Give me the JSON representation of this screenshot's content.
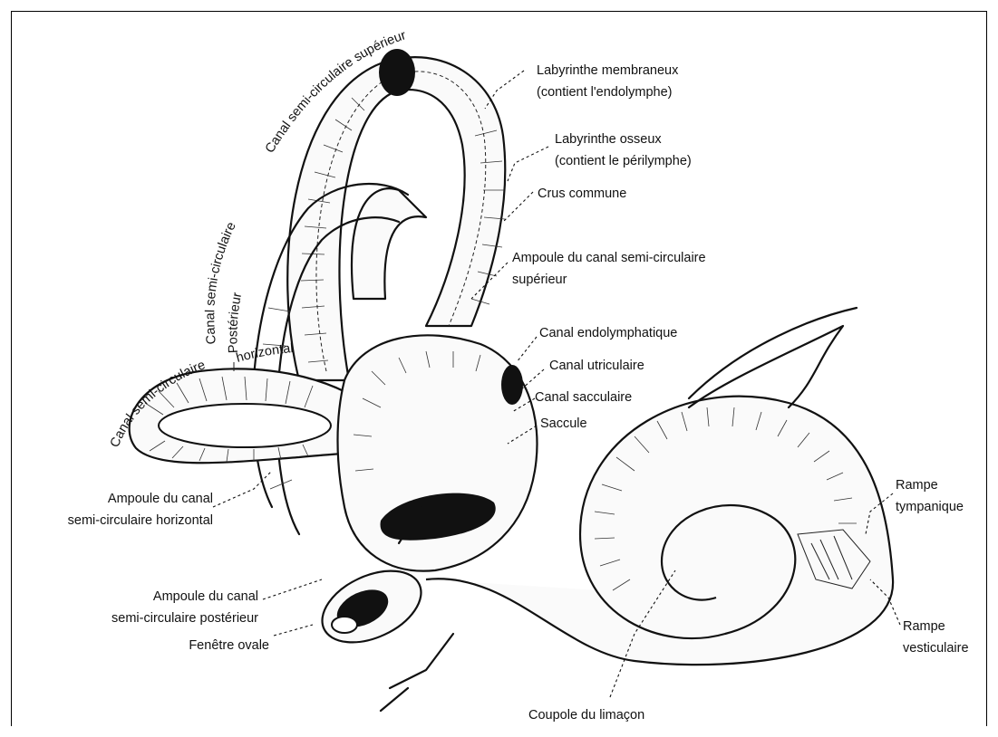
{
  "labels": {
    "canal_sup": "Canal semi-circulaire supérieur",
    "lab_membraneux_1": "Labyrinthe membraneux",
    "lab_membraneux_2": "(contient l'endolymphe)",
    "lab_osseux_1": "Labyrinthe osseux",
    "lab_osseux_2": "(contient le périlymphe)",
    "crus": "Crus commune",
    "ampoule_sup_1": "Ampoule du canal semi-circulaire",
    "ampoule_sup_2": "supérieur",
    "canal_post_1": "Canal semi-circulaire",
    "canal_post_2": "Postérieur",
    "canal_horiz_1": "Canal semi-circulaire",
    "canal_horiz_2": "horizontal",
    "canal_endo": "Canal endolymphatique",
    "canal_utri": "Canal utriculaire",
    "canal_sacc": "Canal sacculaire",
    "saccule": "Saccule",
    "ampoule_horiz_1": "Ampoule du canal",
    "ampoule_horiz_2": "semi-circulaire horizontal",
    "rampe_tymp_1": "Rampe",
    "rampe_tymp_2": "tympanique",
    "ampoule_post_1": "Ampoule du canal",
    "ampoule_post_2": "semi-circulaire postérieur",
    "fenetre": "Fenêtre ovale",
    "rampe_vest_1": "Rampe",
    "rampe_vest_2": "vesticulaire",
    "coupole": "Coupole du limaçon"
  }
}
